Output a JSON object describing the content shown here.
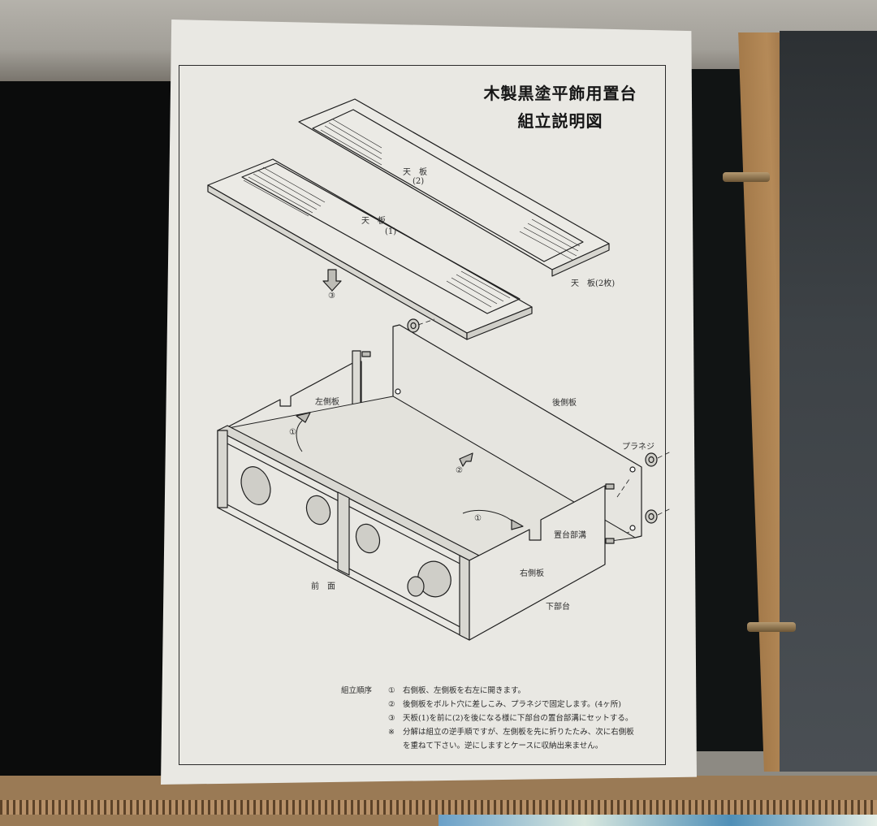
{
  "document": {
    "title_line1": "木製黒塗平飾用置台",
    "title_line2": "組立説明図"
  },
  "diagram": {
    "parts": {
      "top_board_2": "天　板",
      "top_board_2_num": "(2)",
      "top_board_1": "天　板",
      "top_board_1_num": "(1)",
      "top_board_pair": "天　板(2枚)",
      "left_side_board": "左側板",
      "back_board": "後側板",
      "wing_screw": "プラネジ",
      "groove": "置台部溝",
      "right_side_board": "右側板",
      "front": "前　面",
      "base": "下部台"
    },
    "step_markers": {
      "top_arrow": "③",
      "left_arrow": "①",
      "center_arrow": "②",
      "right_arrow": "①"
    }
  },
  "instructions": {
    "header": "組立順序",
    "steps": [
      {
        "marker": "①",
        "text": "右側板、左側板を右左に開きます。"
      },
      {
        "marker": "②",
        "text": "後側板をボルト穴に差しこみ、プラネジで固定します。(4ヶ所)"
      },
      {
        "marker": "③",
        "text": "天板(1)を前に(2)を後になる様に下部台の置台部溝にセットする。"
      },
      {
        "marker": "※",
        "text": "分解は組立の逆手順ですが、左側板を先に折りたたみ、次に右側板"
      },
      {
        "marker": "",
        "text": "を重ねて下さい。逆にしますとケースに収納出来ません。"
      }
    ]
  },
  "colors": {
    "paper": "#e9e8e3",
    "ink": "#1e1e1e",
    "background_dark": "#0b0c0c",
    "board_face": "#3d4246",
    "board_edge": "#a47a4a",
    "cardboard": "#9a7a55"
  }
}
